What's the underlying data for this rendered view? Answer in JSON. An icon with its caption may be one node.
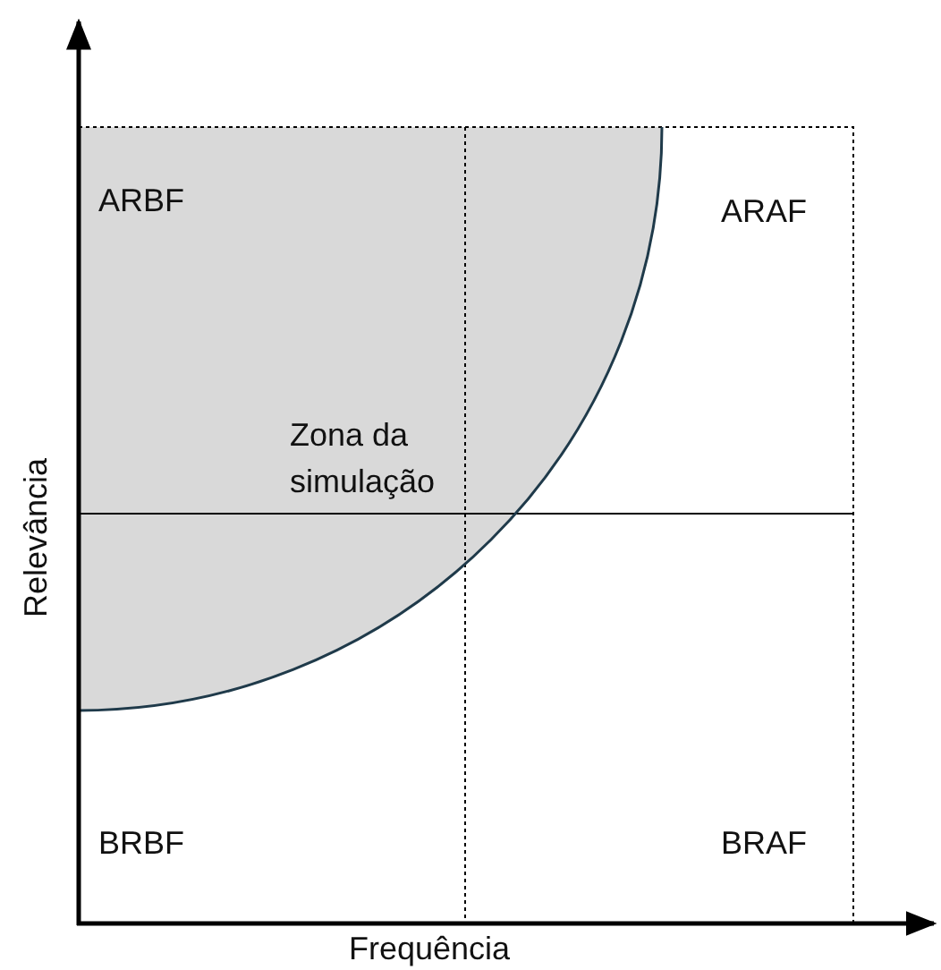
{
  "diagram": {
    "labels": [
      "ARBF",
      "ARAF",
      "Zona da simulação",
      "BRBF",
      "BRAF",
      "Relevância",
      "Frequência"
    ]
  }
}
